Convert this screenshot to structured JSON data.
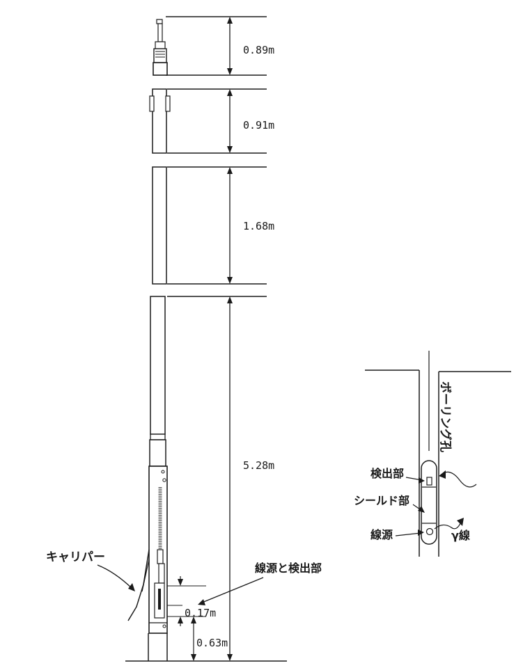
{
  "dimensions": [
    {
      "id": "sec1",
      "label": "0.89m"
    },
    {
      "id": "sec2",
      "label": "0.91m"
    },
    {
      "id": "sec3",
      "label": "1.68m"
    },
    {
      "id": "sec4",
      "label": "5.28m"
    },
    {
      "id": "gap",
      "label": "0.17m"
    },
    {
      "id": "bottom",
      "label": "0.63m"
    }
  ],
  "labels": {
    "caliper": "キャリパー",
    "source_and_detector": "線源と検出部",
    "borehole": "ボーリング孔",
    "detector": "検出部",
    "shield": "シールド部",
    "source": "線源",
    "gamma": "γ線"
  }
}
